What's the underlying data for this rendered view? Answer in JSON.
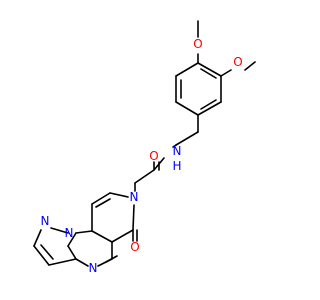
{
  "colors": {
    "background": "#ffffff",
    "bond": "#000000",
    "oxygen": "#ff0000",
    "nitrogen": "#0000ff"
  },
  "atoms": {
    "ome_o_top": "O",
    "ome_o_right": "O",
    "amide_o": "O",
    "amide_nh": "N",
    "amide_h": "H",
    "ring_n_pyridone": "N",
    "ketone_o": "O",
    "pyrazole_n1": "N",
    "pyrazole_n2": "N",
    "pyrimidine_n": "N"
  }
}
